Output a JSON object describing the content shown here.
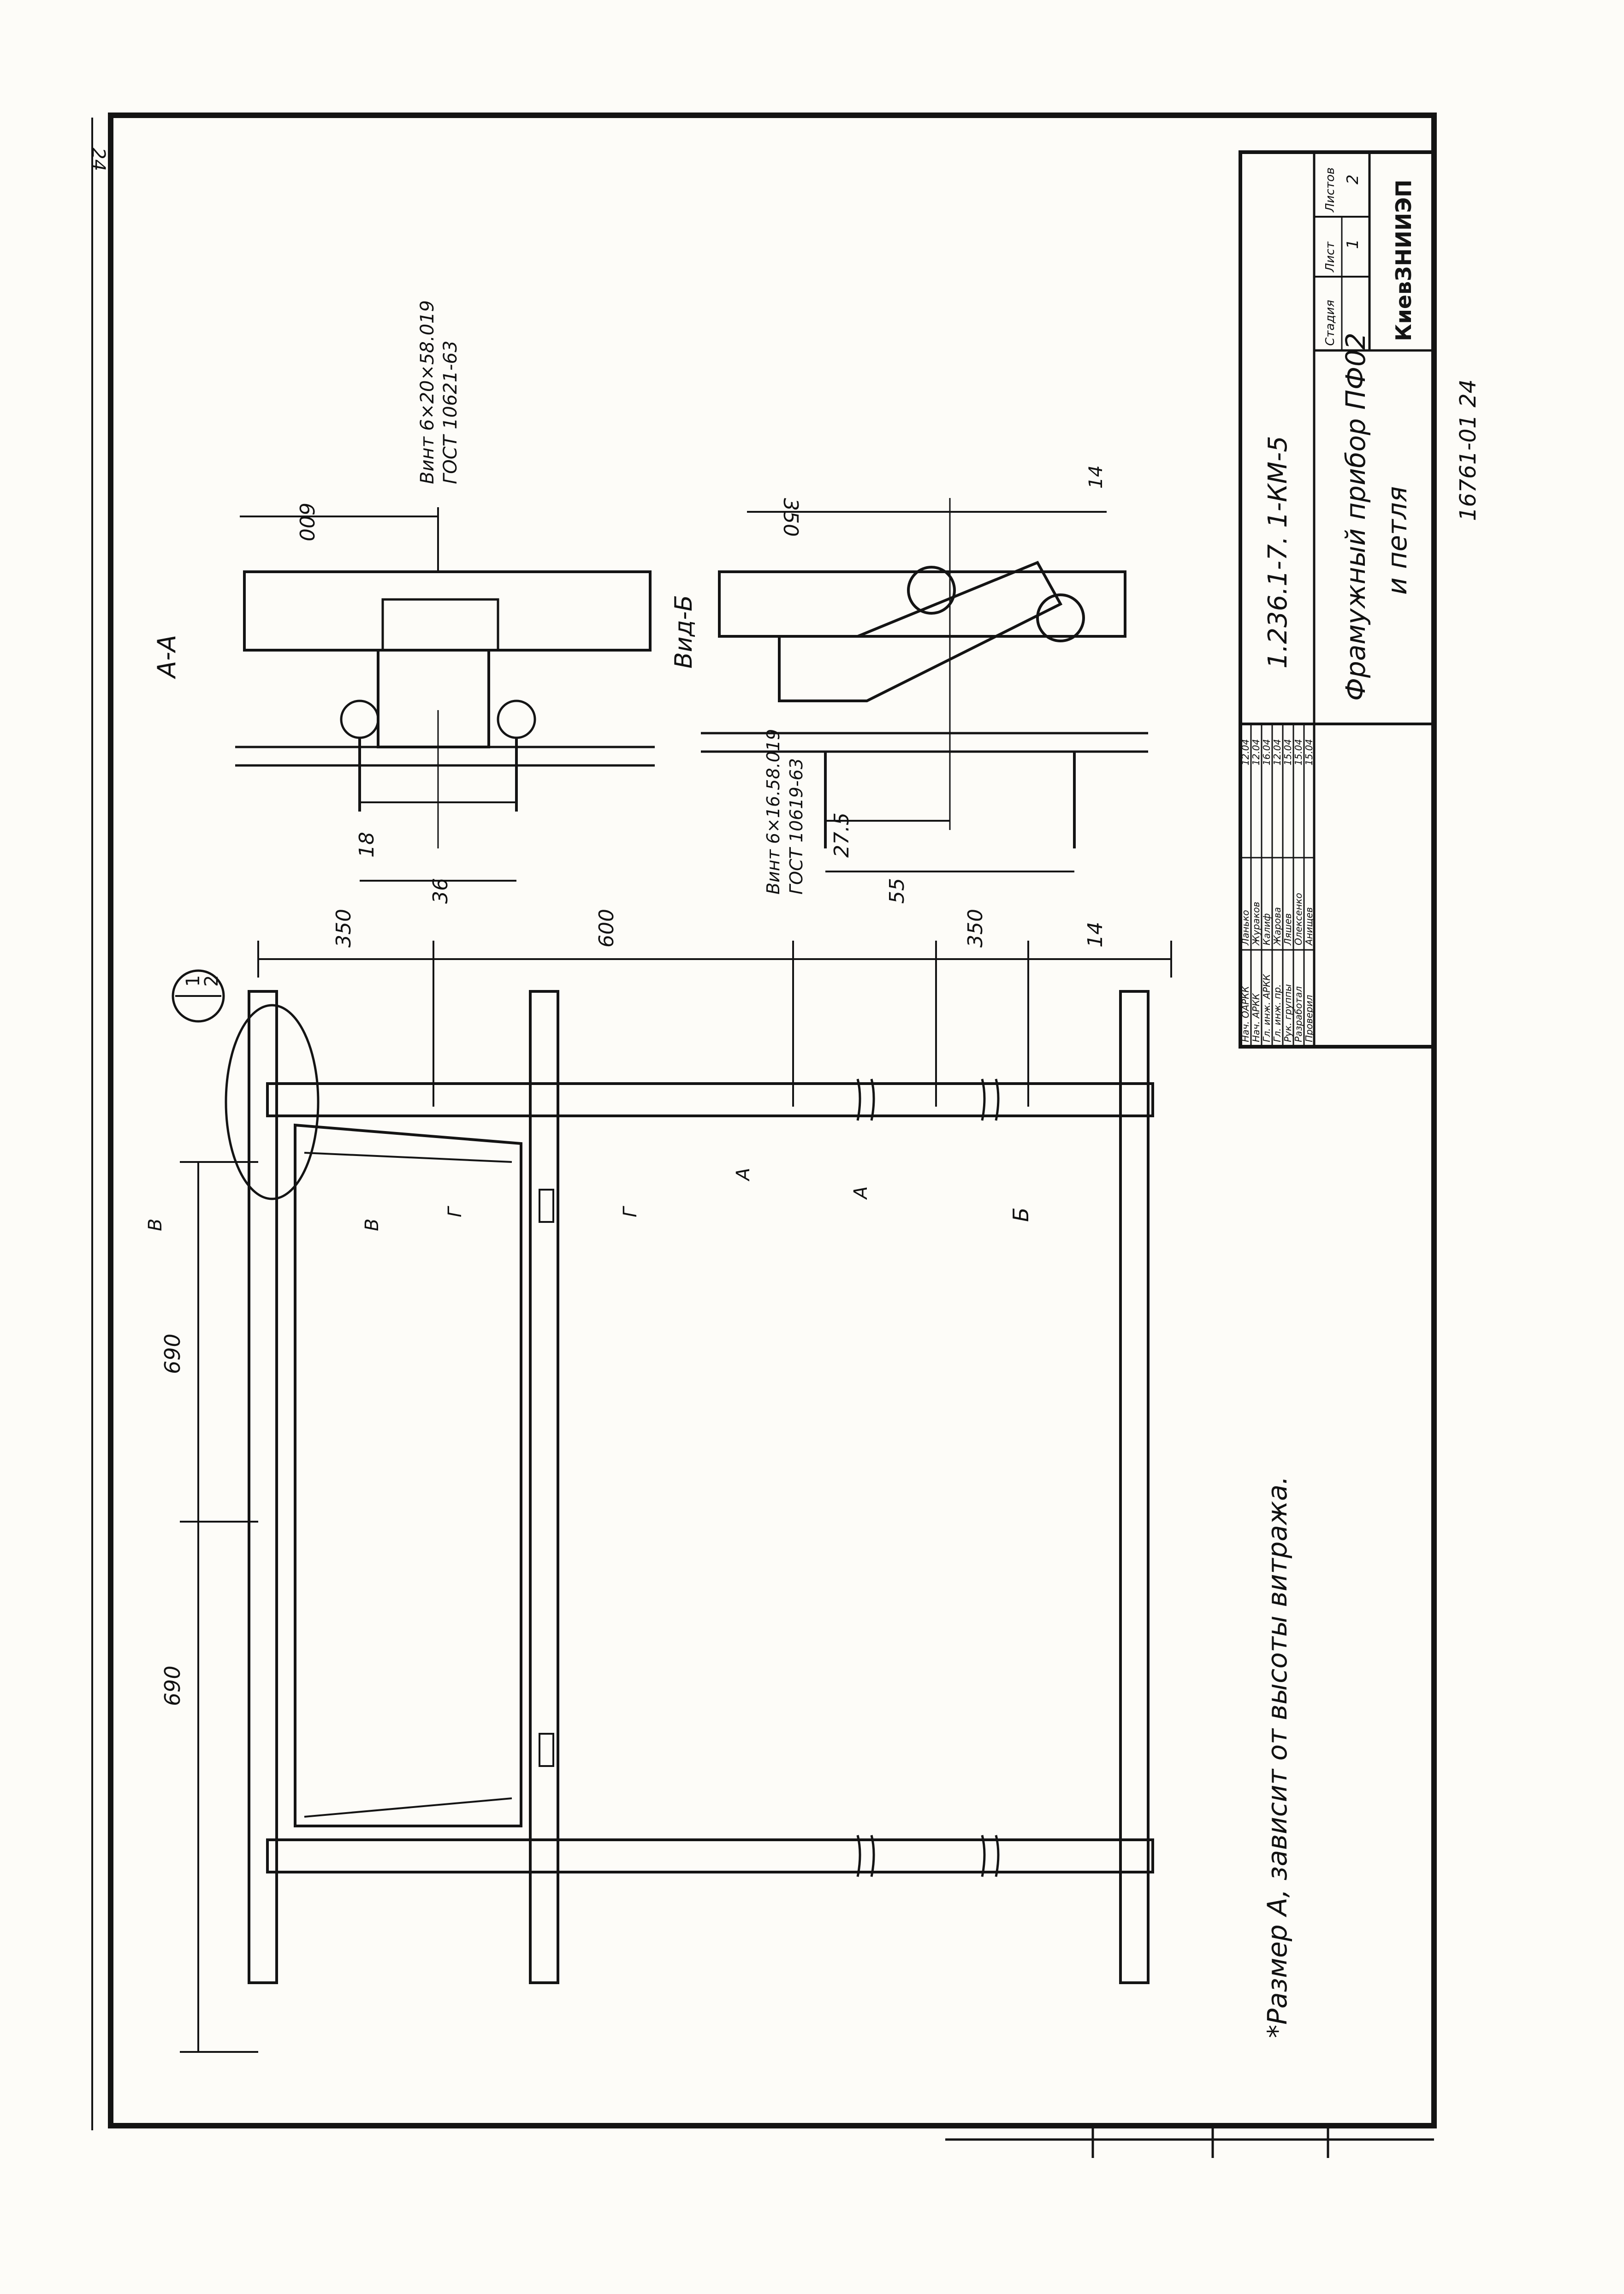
{
  "sheet": {
    "page_number": "24",
    "designation": "1.236.1-7. 1-КМ-5",
    "title_line1": "Фрамужный прибор ПФ02",
    "title_line2": "и петля",
    "stage_header": "Стадия",
    "sheet_header": "Лист",
    "sheets_header": "Листов",
    "sheet_no": "1",
    "sheets_total": "2",
    "organization": "КиевЗНИИЭП",
    "archive_no": "16761-01 24"
  },
  "signatures": [
    {
      "role": "Нач. ОАРКК",
      "name": "Ланько",
      "date": "12.04"
    },
    {
      "role": "Нач. АРКК",
      "name": "Жураков",
      "date": "12.04"
    },
    {
      "role": "Гл. инж. АРКК",
      "name": "Калиф",
      "date": "16.04"
    },
    {
      "role": "Гл. инж. пр.",
      "name": "Жарова",
      "date": "12.04"
    },
    {
      "role": "Рук. группы",
      "name": "Ляшев",
      "date": "15.04"
    },
    {
      "role": "Разработал",
      "name": "Олексенко",
      "date": "15.04"
    },
    {
      "role": "Проверил",
      "name": "Анищев",
      "date": "15.04"
    }
  ],
  "dimensions": {
    "top_left_350": "350",
    "top_600": "600",
    "top_right_350": "350",
    "top_14": "14",
    "left_690_a": "690",
    "left_690_b": "690",
    "aa_36": "36",
    "aa_18": "18",
    "aa_600": "600",
    "bb_55": "55",
    "bb_275": "27.5",
    "bb_350": "350",
    "bb_14": "14"
  },
  "labels": {
    "section_aa": "А-А",
    "view_bb": "Вид-Б",
    "screw_top": "Винт 6×20×58.019",
    "screw_top_gost": "ГОСТ 10621-63",
    "screw_bottom": "Винт 6×16.58.019",
    "screw_bottom_gost": "ГОСТ 10619-63",
    "callout_num": "1",
    "callout_den": "2",
    "cut_A": "А",
    "cut_B": "Б",
    "cut_V": "В",
    "cut_G": "Г",
    "note": "*Размер А, зависит от высоты витража."
  },
  "colors": {
    "ink": "#141414",
    "paper": "#fdfcf8"
  }
}
